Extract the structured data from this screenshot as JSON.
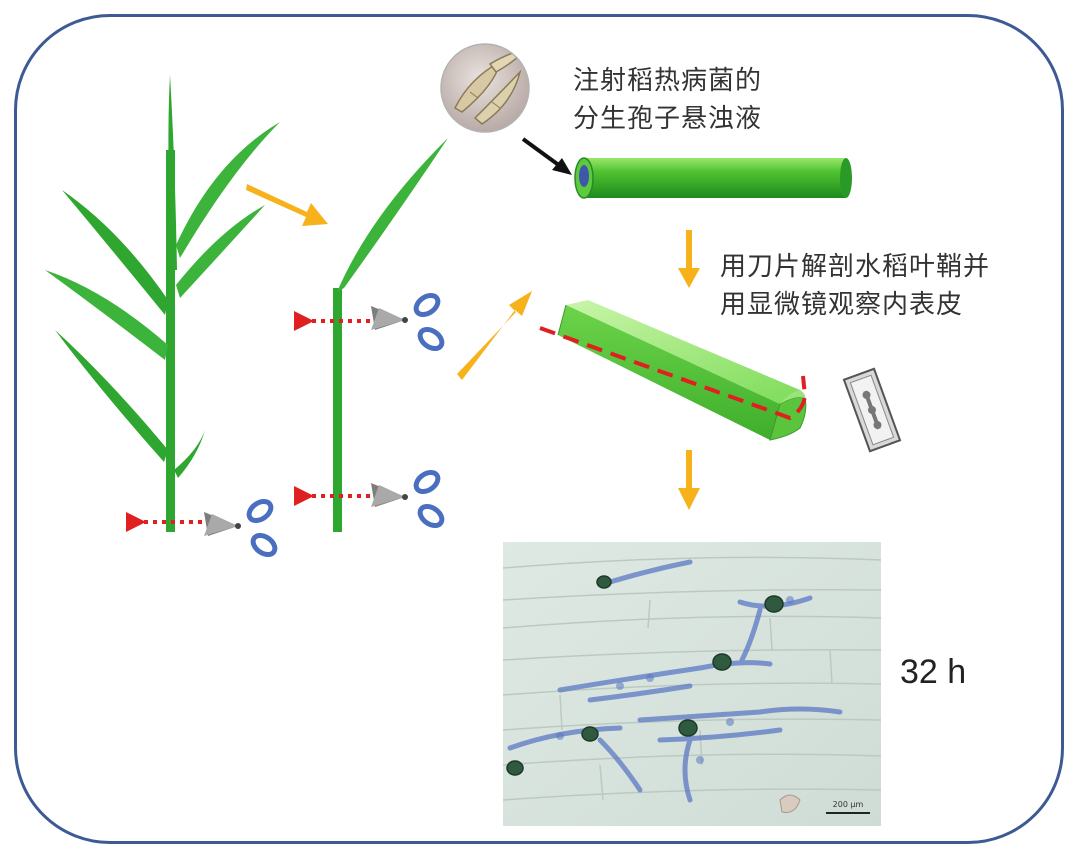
{
  "labels": {
    "spore_line1": "注射稻热病菌的",
    "spore_line2": "分生孢子悬浊液",
    "dissect_line1": "用刀片解剖水稻叶鞘并",
    "dissect_line2": "用显微镜观察内表皮",
    "time": "32 h",
    "scale_bar": "200 µm"
  },
  "colors": {
    "frame": "#3d5a95",
    "plant_green": "#2fa62f",
    "sheath_green": "#5ed24a",
    "process_arrow": "#f7b21b",
    "cut_line": "#e02020",
    "scissors_handle": "#4a6fc0"
  },
  "icons": [
    "scissors-icon",
    "razor-blade-icon",
    "spore-micrograph",
    "microscope-image"
  ]
}
